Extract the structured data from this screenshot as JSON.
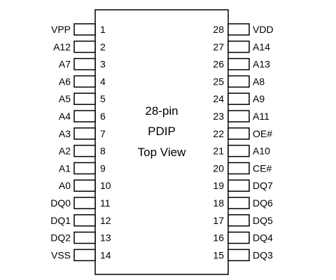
{
  "chip": {
    "line1": "28-pin",
    "line2": "PDIP",
    "line3": "Top View"
  },
  "left_pins": [
    {
      "num": "1",
      "name": "VPP"
    },
    {
      "num": "2",
      "name": "A12"
    },
    {
      "num": "3",
      "name": "A7"
    },
    {
      "num": "4",
      "name": "A6"
    },
    {
      "num": "5",
      "name": "A5"
    },
    {
      "num": "6",
      "name": "A4"
    },
    {
      "num": "7",
      "name": "A3"
    },
    {
      "num": "8",
      "name": "A2"
    },
    {
      "num": "9",
      "name": "A1"
    },
    {
      "num": "10",
      "name": "A0"
    },
    {
      "num": "11",
      "name": "DQ0"
    },
    {
      "num": "12",
      "name": "DQ1"
    },
    {
      "num": "13",
      "name": "DQ2"
    },
    {
      "num": "14",
      "name": "VSS"
    }
  ],
  "right_pins": [
    {
      "num": "28",
      "name": "VDD"
    },
    {
      "num": "27",
      "name": "A14"
    },
    {
      "num": "26",
      "name": "A13"
    },
    {
      "num": "25",
      "name": "A8"
    },
    {
      "num": "24",
      "name": "A9"
    },
    {
      "num": "23",
      "name": "A11"
    },
    {
      "num": "22",
      "name": "OE#"
    },
    {
      "num": "21",
      "name": "A10"
    },
    {
      "num": "20",
      "name": "CE#"
    },
    {
      "num": "19",
      "name": "DQ7"
    },
    {
      "num": "18",
      "name": "DQ6"
    },
    {
      "num": "17",
      "name": "DQ5"
    },
    {
      "num": "16",
      "name": "DQ4"
    },
    {
      "num": "15",
      "name": "DQ3"
    }
  ],
  "colors": {
    "stroke": "#000000",
    "background": "#ffffff"
  }
}
